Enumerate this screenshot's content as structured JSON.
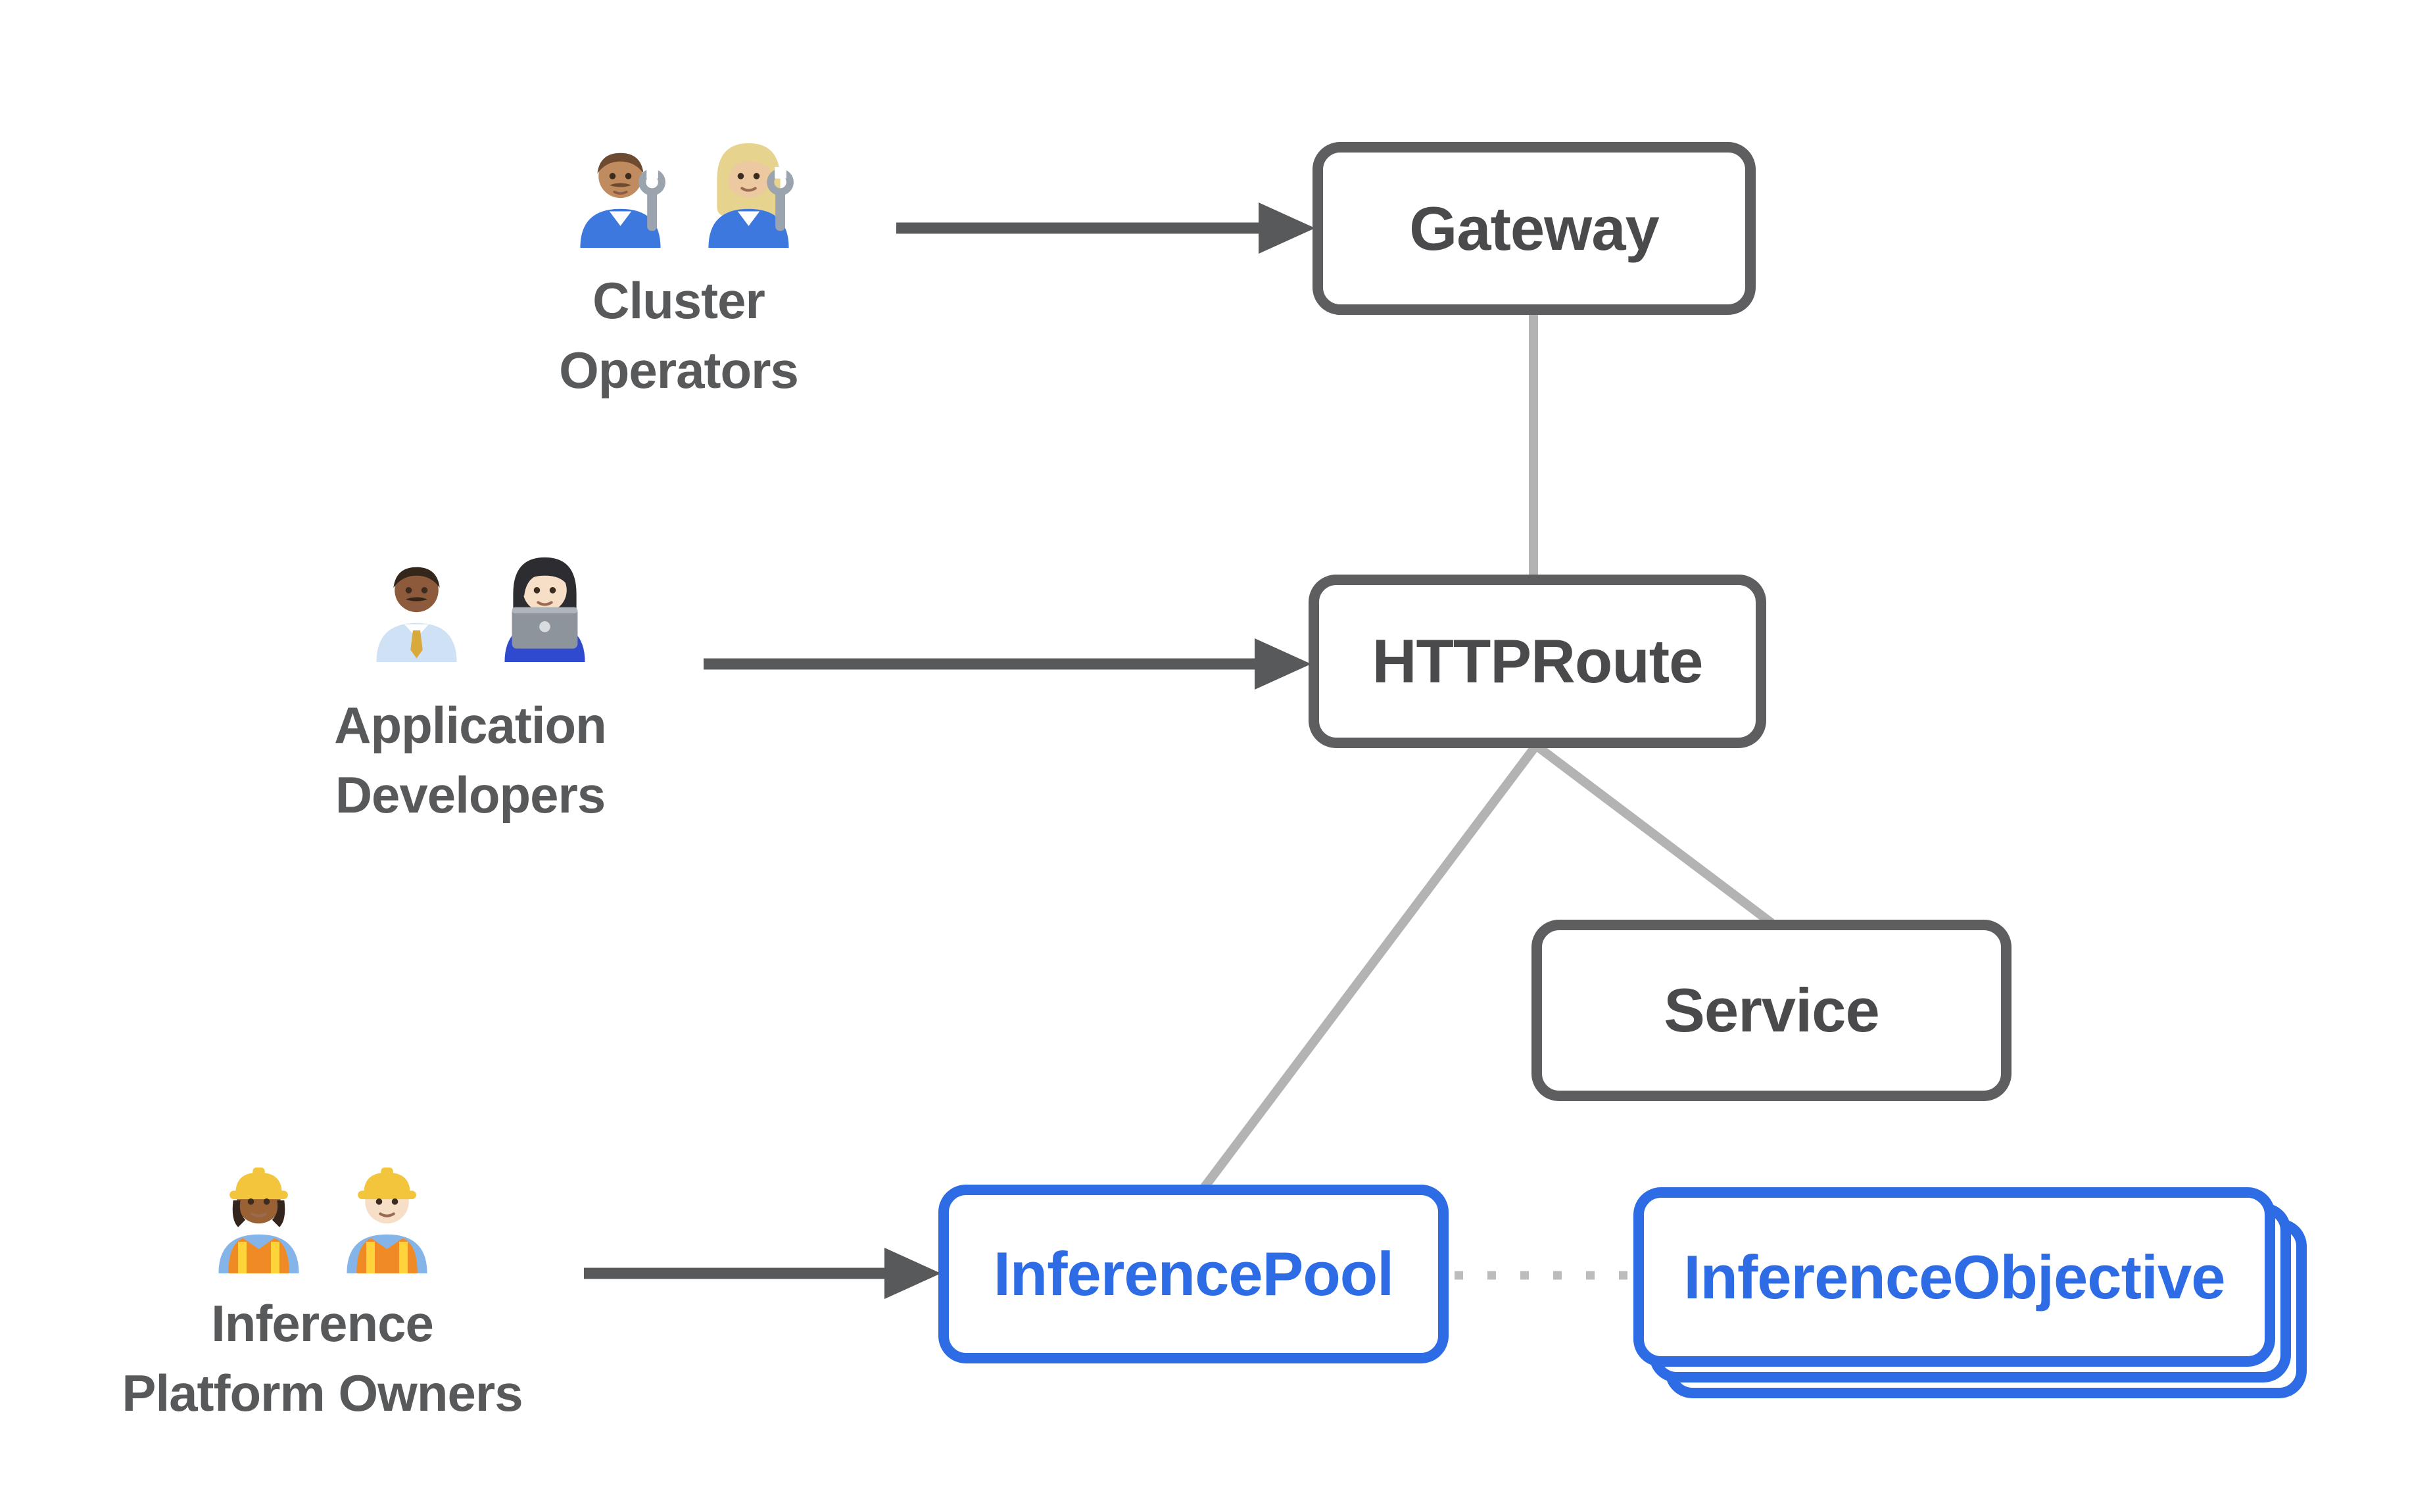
{
  "diagram": {
    "colors": {
      "background": "#ffffff",
      "node_border_gray": "#5e5e60",
      "node_text_gray": "#4a4a4c",
      "resource_blue": "#2d6ce5",
      "actor_label_gray": "#58595b",
      "connector_light_gray": "#b3b3b3",
      "arrow_dark_gray": "#58595b",
      "dotted_line_gray": "#bcbcbc"
    },
    "nodes": {
      "gateway": {
        "label": "Gateway",
        "variant": "gray"
      },
      "httproute": {
        "label": "HTTPRoute",
        "variant": "gray"
      },
      "service": {
        "label": "Service",
        "variant": "gray"
      },
      "inference_pool": {
        "label": "InferencePool",
        "variant": "blue"
      },
      "inference_objective": {
        "label": "InferenceObjective",
        "variant": "blue",
        "stack_count": 3
      }
    },
    "actors": {
      "cluster_operators": {
        "label_lines": [
          "Cluster",
          "Operators"
        ],
        "icons": [
          {
            "name": "man-mechanic-icon",
            "emoji": "👨🏽‍🔧",
            "type": "mechanic",
            "skin": "#c08b5e",
            "hair": "#6e4a30",
            "hair_style": "short",
            "mustache": true
          },
          {
            "name": "woman-mechanic-icon",
            "emoji": "👩🏼‍🔧",
            "type": "mechanic",
            "skin": "#ecc9a0",
            "hair": "#e6d38e",
            "hair_style": "long",
            "mustache": false
          }
        ]
      },
      "application_developers": {
        "label_lines": [
          "Application",
          "Developers"
        ],
        "icons": [
          {
            "name": "man-office-worker-icon",
            "emoji": "👨🏾‍💼",
            "type": "office-worker",
            "skin": "#8d5b3c",
            "hair": "#35261b",
            "hair_style": "short",
            "mustache": true
          },
          {
            "name": "woman-technologist-icon",
            "emoji": "👩🏻‍💻",
            "type": "technologist",
            "skin": "#f6dfc6",
            "hair": "#2c2c31",
            "hair_style": "long",
            "mustache": false
          }
        ]
      },
      "inference_platform_owners": {
        "label_lines": [
          "Inference",
          "Platform Owners"
        ],
        "icons": [
          {
            "name": "woman-construction-worker-icon",
            "emoji": "👷🏾‍♀️",
            "type": "construction-worker",
            "skin": "#9a6234",
            "hair": "#33241c",
            "hair_style": "long",
            "mustache": false
          },
          {
            "name": "man-construction-worker-icon",
            "emoji": "👷🏻‍♂️",
            "type": "construction-worker",
            "skin": "#f6dfc6",
            "hair": "#2c2c31",
            "hair_style": "short",
            "mustache": false
          }
        ]
      }
    },
    "edges": [
      {
        "from": "cluster_operators",
        "to": "gateway",
        "style": "solid-arrow"
      },
      {
        "from": "application_developers",
        "to": "httproute",
        "style": "solid-arrow"
      },
      {
        "from": "inference_platform_owners",
        "to": "inference_pool",
        "style": "solid-arrow"
      },
      {
        "from": "gateway",
        "to": "httproute",
        "style": "line"
      },
      {
        "from": "httproute",
        "to": "inference_pool",
        "style": "line"
      },
      {
        "from": "httproute",
        "to": "service",
        "style": "line"
      },
      {
        "from": "inference_pool",
        "to": "inference_objective",
        "style": "dotted"
      }
    ]
  }
}
